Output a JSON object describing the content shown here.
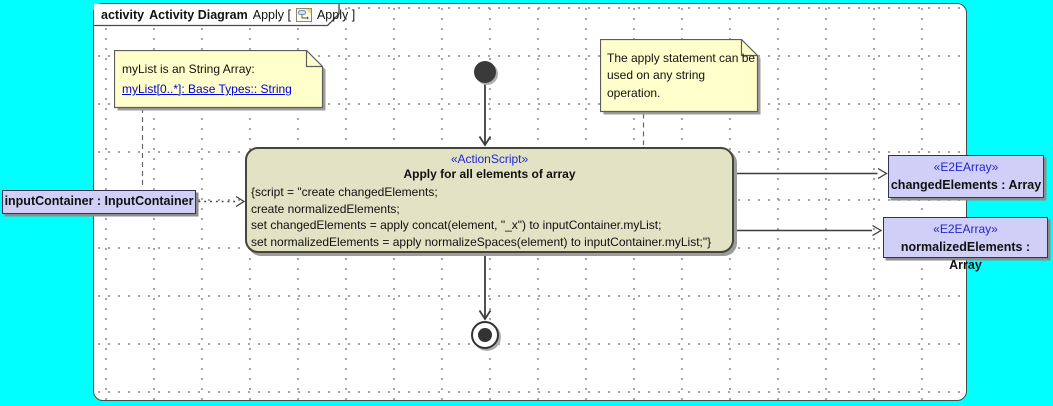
{
  "header": {
    "keyword": "activity",
    "diagram_type": "Activity Diagram",
    "name_open": "Apply [",
    "name_close": "Apply ]",
    "icon": "activity-diagram-icon"
  },
  "notes": {
    "mylist": {
      "text": "myList is an String Array:",
      "link": "myList[0..*]: Base Types:: String"
    },
    "apply": {
      "lines": [
        "The apply statement can be",
        "used on any string",
        "operation."
      ]
    }
  },
  "action": {
    "stereotype": "«ActionScript»",
    "name": "Apply for all elements of array",
    "script": [
      "{script = \"create changedElements;",
      "create normalizedElements;",
      "set changedElements = apply concat(element, \"_x\") to inputContainer.myList;",
      "set normalizedElements = apply normalizeSpaces(element) to inputContainer.myList;\"}"
    ]
  },
  "objects": {
    "input": {
      "label": "inputContainer : InputContainer"
    },
    "changed": {
      "stereotype": "«E2EArray»",
      "label": "changedElements : Array"
    },
    "normalized": {
      "stereotype": "«E2EArray»",
      "label": "normalizedElements : Array"
    }
  },
  "colors": {
    "canvas_background": "#00ffff",
    "note_fill": "#ffffcc",
    "action_fill": "#e2e2c4",
    "object_fill": "#cfcff7",
    "stereotype_text": "#2525d0",
    "link_text": "#0000dd",
    "shadow": "#9c9c9c"
  }
}
